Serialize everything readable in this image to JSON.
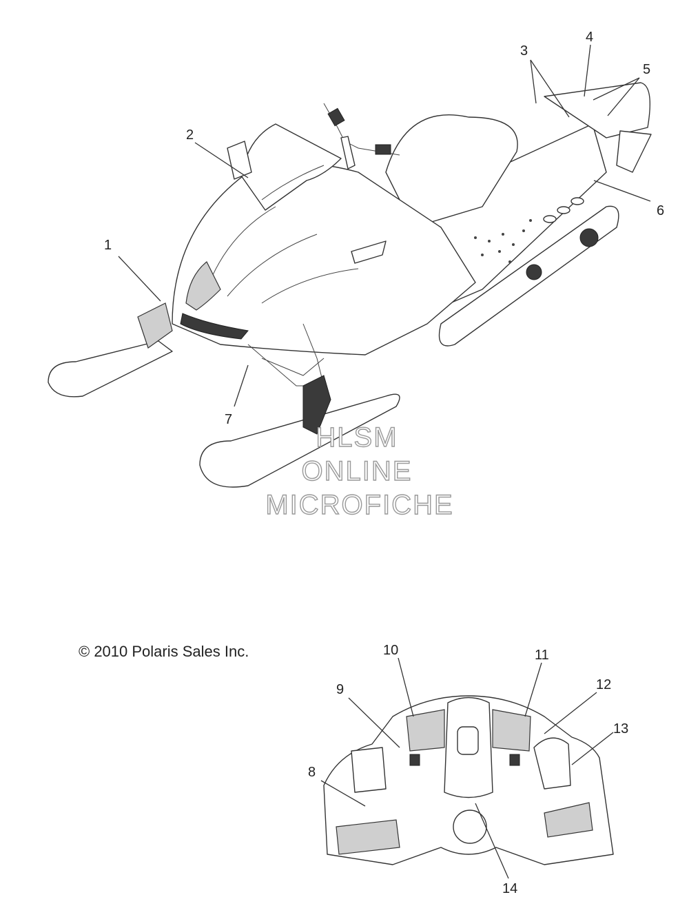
{
  "copyright": "© 2010 Polaris Sales Inc.",
  "watermark": [
    "HLSM",
    "ONLINE",
    "MICROFICHE"
  ],
  "callouts": [
    "1",
    "2",
    "3",
    "4",
    "5",
    "6",
    "7",
    "8",
    "9",
    "10",
    "11",
    "12",
    "13",
    "14"
  ]
}
